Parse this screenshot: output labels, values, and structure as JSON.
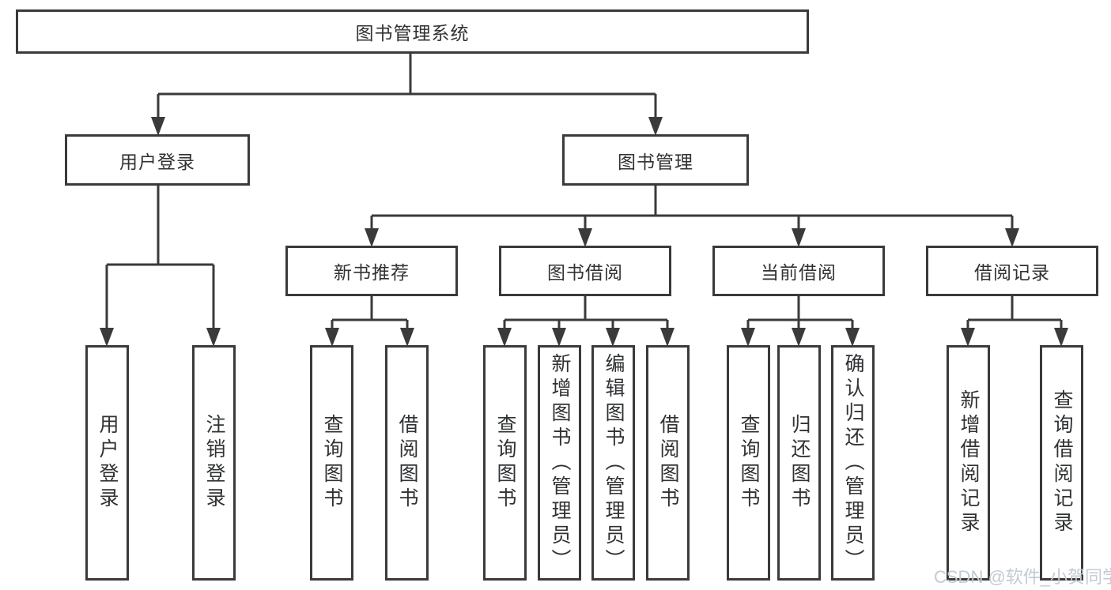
{
  "diagram": {
    "root": {
      "label": "图书管理系统"
    },
    "branches": [
      {
        "label": "用户登录",
        "children": [
          {
            "label": "用户登录"
          },
          {
            "label": "注销登录"
          }
        ]
      },
      {
        "label": "图书管理",
        "children": [
          {
            "label": "新书推荐",
            "children": [
              {
                "label": "查询图书"
              },
              {
                "label": "借阅图书"
              }
            ]
          },
          {
            "label": "图书借阅",
            "children": [
              {
                "label": "查询图书"
              },
              {
                "label": "新增图书（管理员）"
              },
              {
                "label": "编辑图书（管理员）"
              },
              {
                "label": "借阅图书"
              }
            ]
          },
          {
            "label": "当前借阅",
            "children": [
              {
                "label": "查询图书"
              },
              {
                "label": "归还图书"
              },
              {
                "label": "确认归还（管理员）"
              }
            ]
          },
          {
            "label": "借阅记录",
            "children": [
              {
                "label": "新增借阅记录"
              },
              {
                "label": "查询借阅记录"
              }
            ]
          }
        ]
      }
    ]
  },
  "watermark": {
    "text": "CSDN @软件_小贺同学"
  },
  "colors": {
    "line": "#3a3a3a",
    "text": "#303234",
    "watermark": "#c4cad1",
    "background": "#ffffff"
  }
}
